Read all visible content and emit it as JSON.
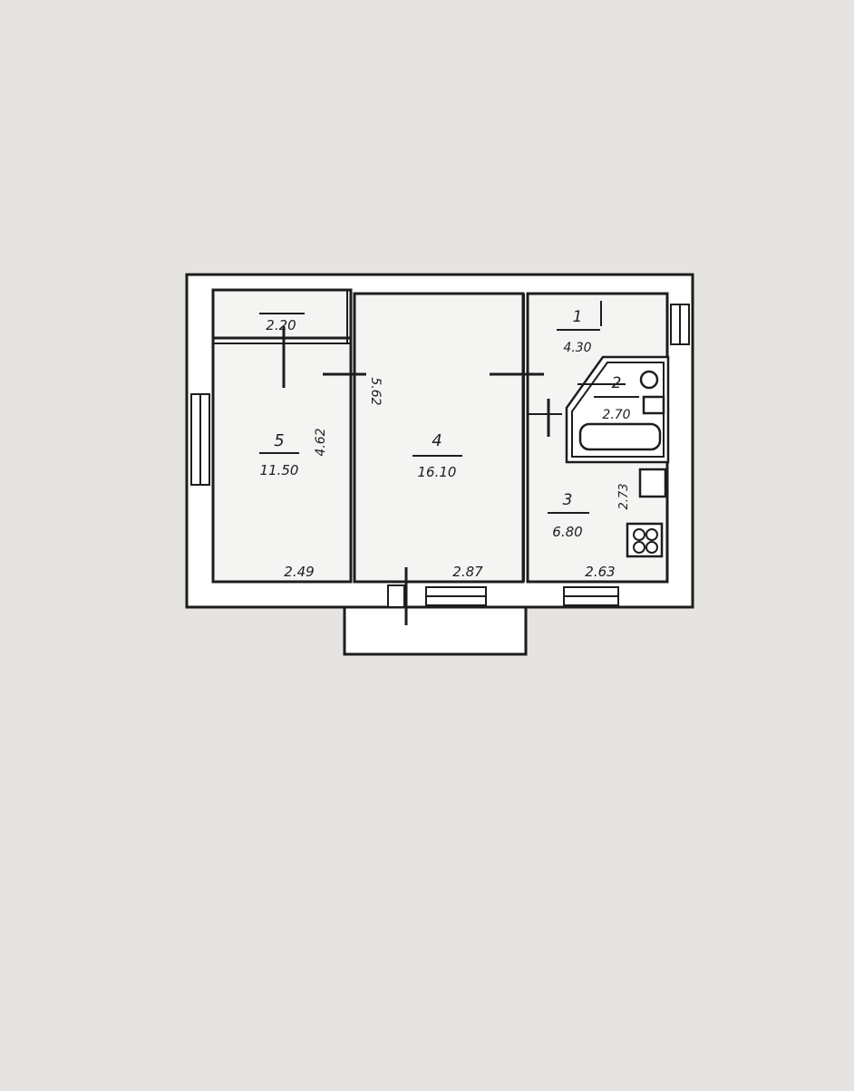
{
  "page": {
    "background": "#e6e4e1",
    "ink": "#1d1d1d"
  },
  "rooms": [
    {
      "id": "r1",
      "number": "1",
      "area": "4.30"
    },
    {
      "id": "r2",
      "number": "2",
      "area": "2.70"
    },
    {
      "id": "r3",
      "number": "3",
      "area": "6.80"
    },
    {
      "id": "r4",
      "number": "4",
      "area": "16.10"
    },
    {
      "id": "r5",
      "number": "5",
      "area": "11.50"
    },
    {
      "id": "closet",
      "number": "",
      "area": "2.20"
    }
  ],
  "dimensions": {
    "room5_width": "2.49",
    "room5_length": "4.62",
    "room4_width": "2.87",
    "room4_length": "5.62",
    "room3_width": "2.63",
    "room3_length": "2.73"
  }
}
